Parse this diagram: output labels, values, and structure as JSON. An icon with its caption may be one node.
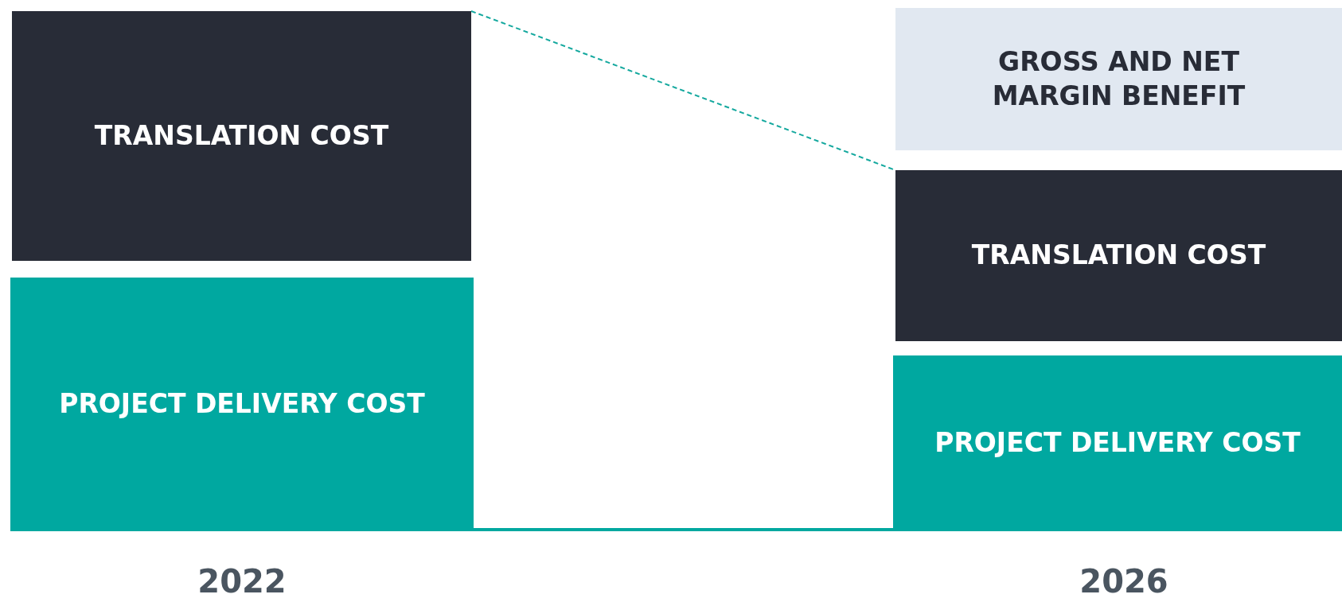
{
  "diagram": {
    "nodes": [
      {
        "text": [
          "TRANSLATION COST"
        ]
      },
      {
        "text": [
          "PROJECT DELIVERY COST"
        ]
      },
      {
        "text": [
          "GROSS AND NET MARGIN BENEFIT"
        ]
      },
      {
        "text": [
          "TRANSLATION COST"
        ]
      },
      {
        "text": [
          "PROJECT DELIVERY COST"
        ]
      }
    ],
    "edges": [
      {
        "from": 0,
        "to": 3,
        "arrow": "none",
        "style": "dashed",
        "color": "#14a89e"
      },
      {
        "from": 1,
        "to": 4,
        "arrow": "none",
        "color": "#00a8a0"
      }
    ],
    "labels": [
      "2022",
      "2026"
    ]
  }
}
